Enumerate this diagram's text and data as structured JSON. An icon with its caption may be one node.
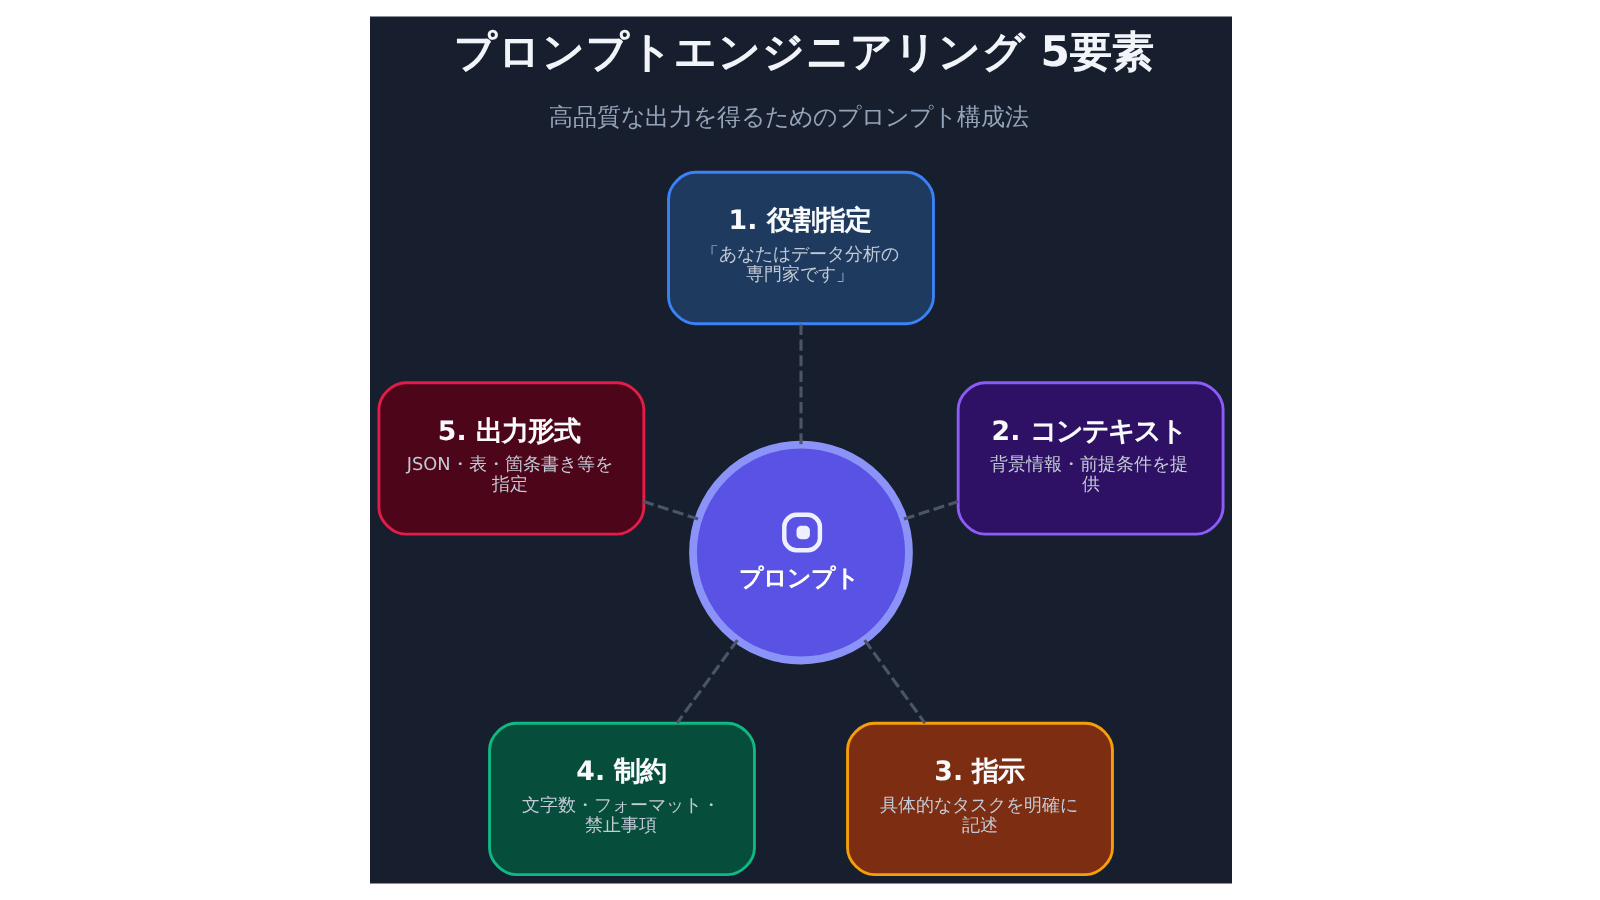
{
  "diagram": {
    "title": "プロンプトエンジニアリング 5要素",
    "caption": "高品質な出力を得るためのプロンプト構成法",
    "nodes": [
      {
        "text": [
          "プロンプト"
        ]
      },
      {
        "text": [
          "1. 役割指定",
          "「あなたはデータ分析の専門家です」"
        ]
      },
      {
        "text": [
          "2. コンテキスト",
          "背景情報・前提条件を提供"
        ]
      },
      {
        "text": [
          "3. 指示",
          "具体的なタスクを明確に記述"
        ]
      },
      {
        "text": [
          "4. 制約",
          "文字数・フォーマット・禁止事項"
        ]
      },
      {
        "text": [
          "5. 出力形式",
          "JSON・表・箇条書き等を指定"
        ]
      }
    ],
    "edges": [
      {
        "from": 0,
        "to": 1,
        "arrow": "none",
        "style": "dashed"
      },
      {
        "from": 0,
        "to": 2,
        "arrow": "none",
        "style": "dashed"
      },
      {
        "from": 0,
        "to": 3,
        "arrow": "none",
        "style": "dashed"
      },
      {
        "from": 0,
        "to": 4,
        "arrow": "none",
        "style": "dashed"
      },
      {
        "from": 0,
        "to": 5,
        "arrow": "none",
        "style": "dashed"
      }
    ]
  }
}
